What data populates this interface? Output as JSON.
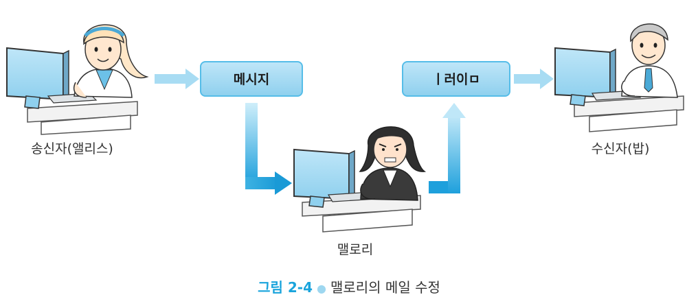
{
  "colors": {
    "accent": "#1aa4dc",
    "box_fill": "#d4effb",
    "box_border": "#55bde8",
    "arrow": "#8fd0ee",
    "arrow_dark": "#1ea0dc"
  },
  "nodes": {
    "sender_label": "송신자(앨리스)",
    "receiver_label": "수신자(밥)",
    "mallory_label": "맬로리"
  },
  "boxes": {
    "original_message": "메시지",
    "altered_message": "ㅣ러이ㅁ"
  },
  "caption": {
    "number": "그림 2-4",
    "title": "맬로리의 메일 수정"
  },
  "icons": [
    "woman-at-computer-icon",
    "man-at-computer-icon",
    "attacker-at-computer-icon",
    "arrow-right-icon",
    "arrow-down-right-icon",
    "arrow-up-icon"
  ]
}
